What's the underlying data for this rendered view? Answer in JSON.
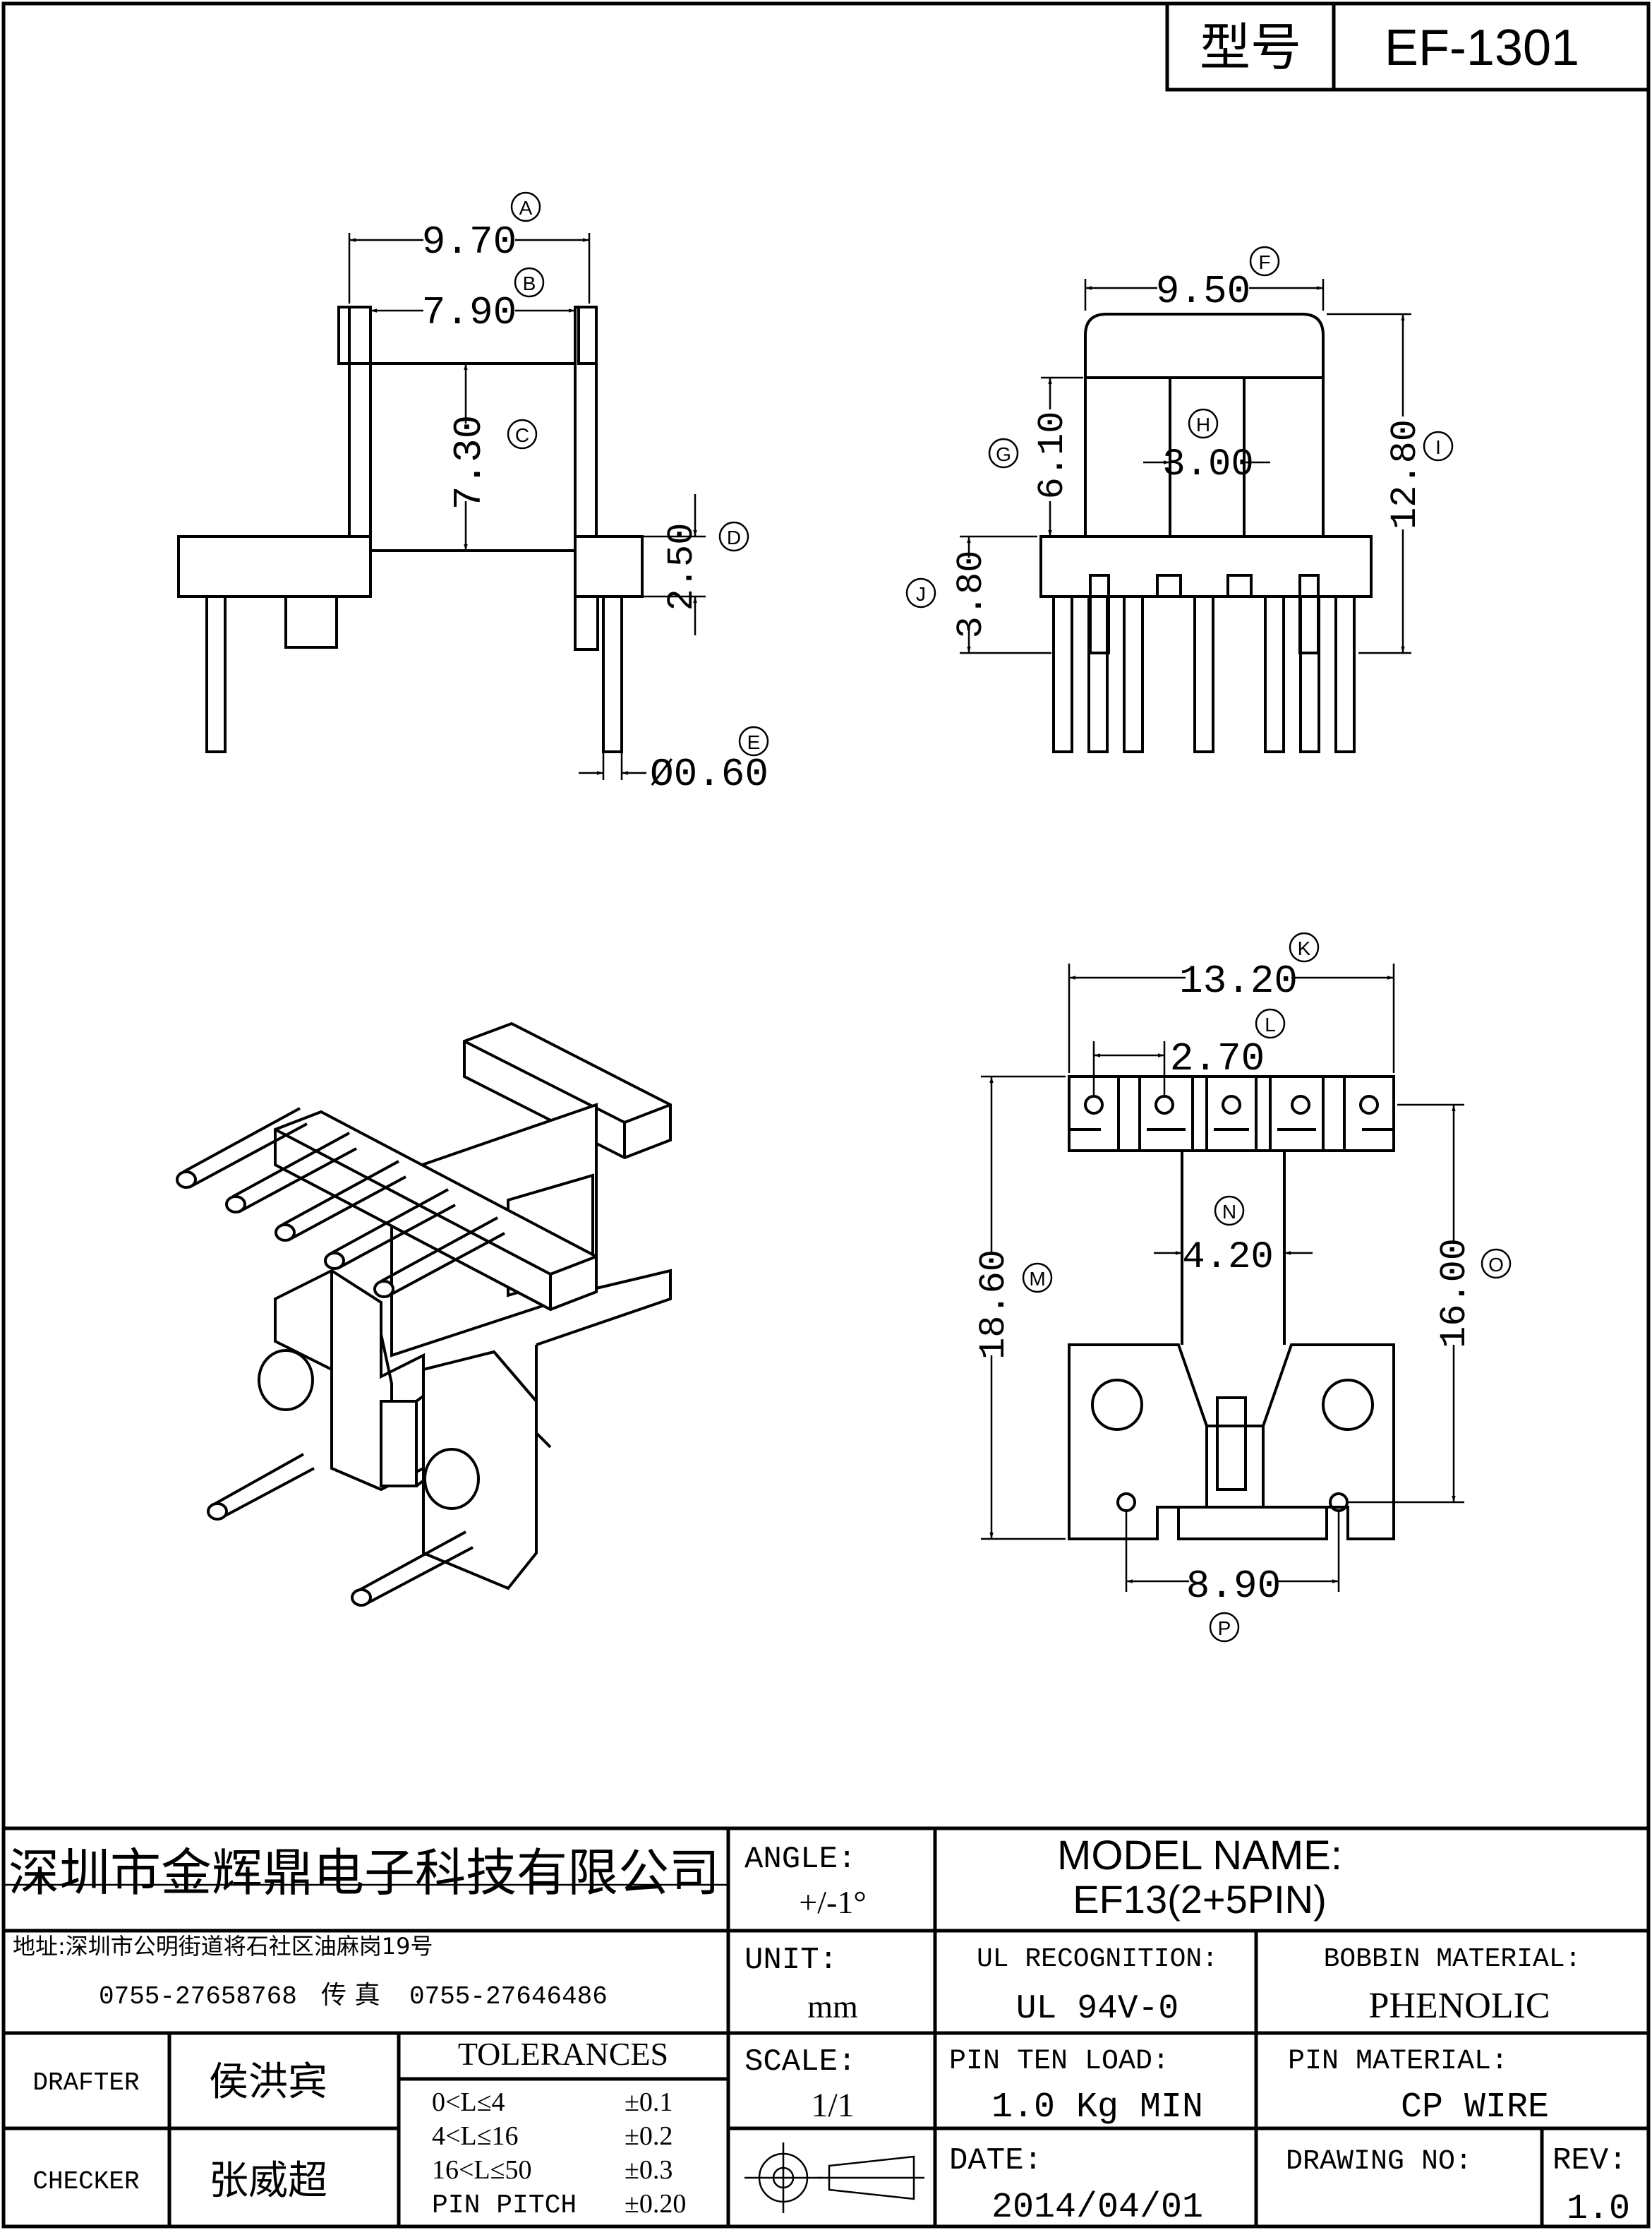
{
  "header": {
    "model_label": "型号",
    "model_code": "EF-1301"
  },
  "dimensions": {
    "A": {
      "tag": "A",
      "value": "9.70"
    },
    "B": {
      "tag": "B",
      "value": "7.90"
    },
    "C": {
      "tag": "C",
      "value": "7.30"
    },
    "D": {
      "tag": "D",
      "value": "2.50"
    },
    "E": {
      "tag": "E",
      "value": "Ø0.60"
    },
    "F": {
      "tag": "F",
      "value": "9.50"
    },
    "G": {
      "tag": "G",
      "value": "6.10"
    },
    "H": {
      "tag": "H",
      "value": "3.00"
    },
    "I": {
      "tag": "I",
      "value": "12.80"
    },
    "J": {
      "tag": "J",
      "value": "3.80"
    },
    "K": {
      "tag": "K",
      "value": "13.20"
    },
    "L": {
      "tag": "L",
      "value": "2.70"
    },
    "M": {
      "tag": "M",
      "value": "18.60"
    },
    "N": {
      "tag": "N",
      "value": "4.20"
    },
    "O": {
      "tag": "O",
      "value": "16.00"
    },
    "P": {
      "tag": "P",
      "value": "8.90"
    }
  },
  "title_block": {
    "company": "深圳市金辉鼎电子科技有限公司",
    "address": "地址:深圳市公明街道将石社区油麻岗19号",
    "phone": "0755-27658768",
    "fax_label": "传 真",
    "fax": "0755-27646486",
    "angle_label": "ANGLE:",
    "angle_value": "+/-1°",
    "model_name_label": "MODEL NAME:",
    "model_name_value": "EF13(2+5PIN)",
    "unit_label": "UNIT:",
    "unit_value": "mm",
    "ul_label": "UL RECOGNITION:",
    "ul_value": "UL 94V-0",
    "bobbin_label": "BOBBIN MATERIAL:",
    "bobbin_value": "PHENOLIC",
    "drafter_label": "DRAFTER",
    "drafter_name": "侯洪宾",
    "checker_label": "CHECKER",
    "checker_name": "张威超",
    "tolerances_label": "TOLERANCES",
    "tolerances": [
      {
        "range": "0<L≤4",
        "value": "±0.1"
      },
      {
        "range": "4<L≤16",
        "value": "±0.2"
      },
      {
        "range": "16<L≤50",
        "value": "±0.3"
      },
      {
        "range": "PIN PITCH",
        "value": "±0.20"
      }
    ],
    "scale_label": "SCALE:",
    "scale_value": "1/1",
    "pin_load_label": "PIN TEN LOAD:",
    "pin_load_value": "1.0 Kg MIN",
    "pin_material_label": "PIN MATERIAL:",
    "pin_material_value": "CP WIRE",
    "date_label": "DATE:",
    "date_value": "2014/04/01",
    "drawing_no_label": "DRAWING NO:",
    "drawing_no_value": "",
    "rev_label": "REV:",
    "rev_value": "1.0"
  }
}
